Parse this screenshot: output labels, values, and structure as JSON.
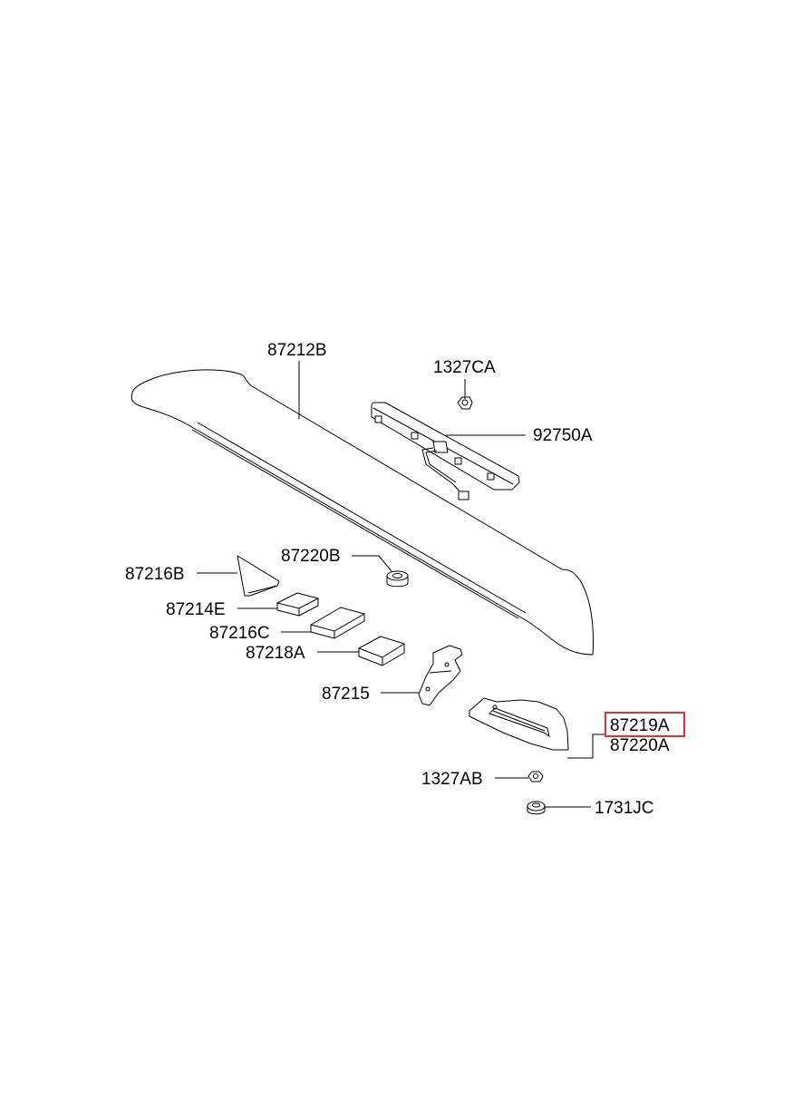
{
  "diagram": {
    "labels": {
      "p87212B": "87212B",
      "p1327CA": "1327CA",
      "p92750A": "92750A",
      "p87220B": "87220B",
      "p87216B": "87216B",
      "p87214E": "87214E",
      "p87216C": "87216C",
      "p87218A": "87218A",
      "p87215": "87215",
      "p87219A": "87219A",
      "p87220A": "87220A",
      "p1327AB": "1327AB",
      "p1731JC": "1731JC"
    },
    "highlighted_part": "87219A",
    "colors": {
      "highlight": "#e8302a",
      "line": "#000000",
      "background": "#ffffff"
    }
  }
}
